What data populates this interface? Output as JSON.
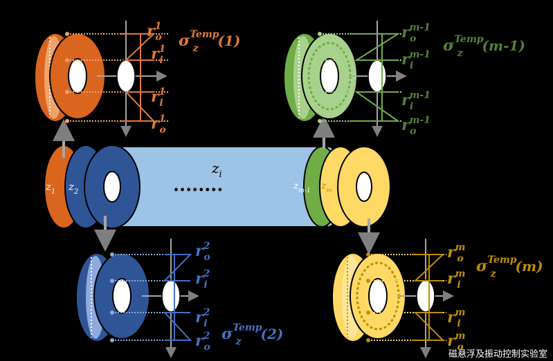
{
  "colors": {
    "background": "#000000",
    "orange": "#D9651E",
    "orange_light": "#F2A468",
    "blue": "#2F5597",
    "blue_light": "#8FAADC",
    "green": "#70AD47",
    "green_light": "#A9D18E",
    "yellow": "#FFD966",
    "yellow_dark": "#BF9000",
    "cylinder": "#9DC3E6",
    "arrow": "#A6A6A6",
    "label_orange": "#E07B39",
    "label_blue": "#4472C4",
    "label_green": "#548235",
    "label_gold": "#BF8F00"
  },
  "cylinder": {
    "center_label": "z",
    "center_label_sub": "i",
    "ellipsis": "........",
    "left_discs": [
      {
        "label": "z",
        "sub": "1"
      },
      {
        "label": "z",
        "sub": "2"
      }
    ],
    "right_discs": [
      {
        "label": "z",
        "sub": "m-1"
      },
      {
        "label": "z",
        "sub": "m"
      }
    ]
  },
  "panels": [
    {
      "id": "1",
      "r_labels": [
        {
          "base": "r",
          "sup": "1",
          "sub": "o"
        },
        {
          "base": "r",
          "sup": "1",
          "sub": "i"
        },
        {
          "base": "r",
          "sup": "1",
          "sub": "i"
        },
        {
          "base": "r",
          "sup": "1",
          "sub": "o"
        }
      ],
      "sigma": {
        "base": "σ",
        "sup": "Temp",
        "sub": "z",
        "arg": "(1)"
      }
    },
    {
      "id": "m-1",
      "r_labels": [
        {
          "base": "r",
          "sup": "m-1",
          "sub": "o"
        },
        {
          "base": "r",
          "sup": "m-1",
          "sub": "i"
        },
        {
          "base": "r",
          "sup": "m-1",
          "sub": "i"
        },
        {
          "base": "r",
          "sup": "m-1",
          "sub": "o"
        }
      ],
      "sigma": {
        "base": "σ",
        "sup": "Temp",
        "sub": "z",
        "arg": "(m-1)"
      }
    },
    {
      "id": "2",
      "r_labels": [
        {
          "base": "r",
          "sup": "2",
          "sub": "o"
        },
        {
          "base": "r",
          "sup": "2",
          "sub": "i"
        },
        {
          "base": "r",
          "sup": "2",
          "sub": "i"
        },
        {
          "base": "r",
          "sup": "2",
          "sub": "o"
        }
      ],
      "sigma": {
        "base": "σ",
        "sup": "Temp",
        "sub": "z",
        "arg": "(2)"
      }
    },
    {
      "id": "m",
      "r_labels": [
        {
          "base": "r",
          "sup": "m",
          "sub": "o"
        },
        {
          "base": "r",
          "sup": "m",
          "sub": "i"
        },
        {
          "base": "r",
          "sup": "m",
          "sub": "i"
        },
        {
          "base": "r",
          "sup": "m",
          "sub": "o"
        }
      ],
      "sigma": {
        "base": "σ",
        "sup": "Temp",
        "sub": "z",
        "arg": "(m)"
      }
    }
  ],
  "watermark": "磁悬浮及振动控制实验室"
}
